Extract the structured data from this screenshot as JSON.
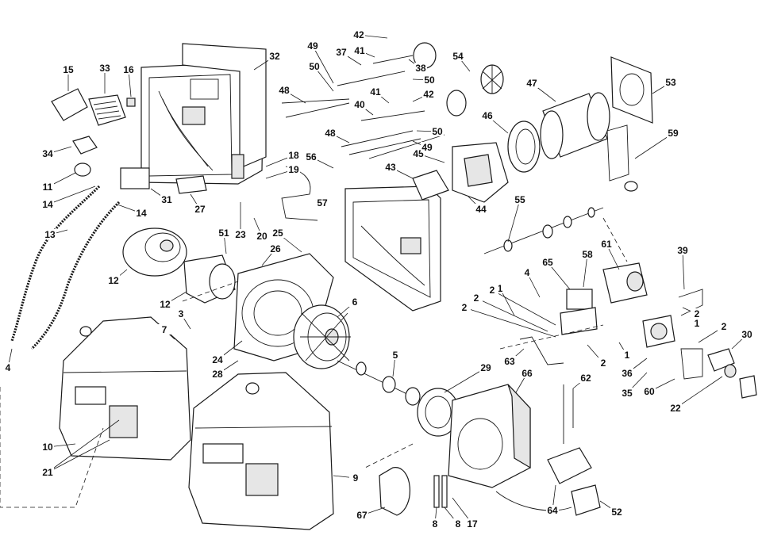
{
  "diagram": {
    "callouts": [
      "1",
      "2",
      "3",
      "4",
      "5",
      "6",
      "7",
      "8",
      "9",
      "10",
      "11",
      "12",
      "13",
      "14",
      "15",
      "16",
      "17",
      "18",
      "19",
      "20",
      "21",
      "22",
      "23",
      "24",
      "25",
      "26",
      "27",
      "28",
      "29",
      "30",
      "31",
      "32",
      "33",
      "34",
      "35",
      "36",
      "37",
      "38",
      "39",
      "40",
      "41",
      "42",
      "43",
      "44",
      "45",
      "46",
      "47",
      "48",
      "49",
      "50",
      "51",
      "52",
      "53",
      "54",
      "55",
      "56",
      "57",
      "58",
      "59",
      "60",
      "61",
      "62",
      "63",
      "64",
      "65",
      "66",
      "67"
    ]
  }
}
